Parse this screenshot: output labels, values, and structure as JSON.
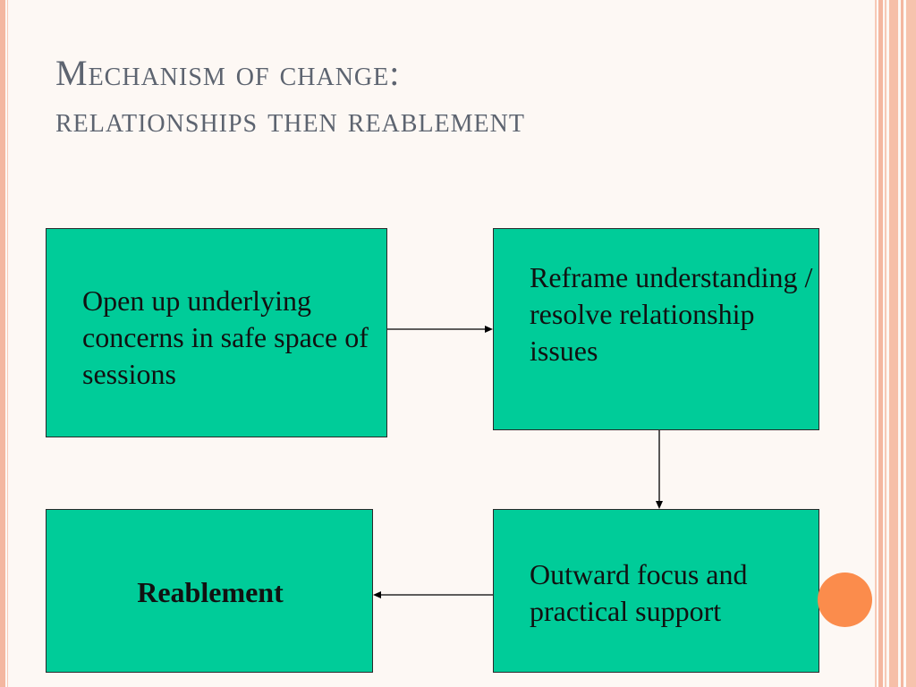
{
  "slide": {
    "title_line1": "Mechanism of change:",
    "title_line2": "relationships then reablement"
  },
  "diagram": {
    "nodes": [
      {
        "id": "open-up",
        "text": "Open up underlying concerns in safe space of sessions"
      },
      {
        "id": "reframe",
        "text": "Reframe understanding / resolve relationship issues"
      },
      {
        "id": "outward",
        "text": "Outward focus and practical support"
      },
      {
        "id": "reablement",
        "text": "Reablement"
      }
    ],
    "edges": [
      {
        "from": "open-up",
        "to": "reframe"
      },
      {
        "from": "reframe",
        "to": "outward"
      },
      {
        "from": "outward",
        "to": "reablement"
      }
    ]
  },
  "colors": {
    "box_fill": "#00cc99",
    "title": "#5d6470",
    "accent_circle": "#fb8c4c",
    "border_stripe": "#f4b7a0"
  }
}
